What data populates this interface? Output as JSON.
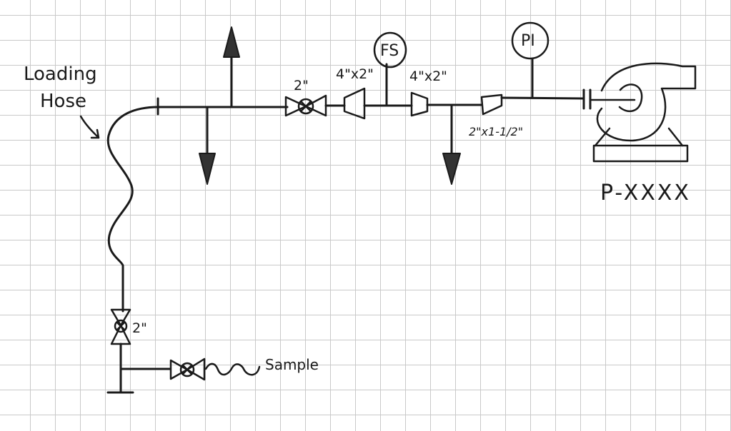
{
  "diagram": {
    "type": "hand-drawn piping sketch on grid paper",
    "colors": {
      "ink": "#1a1a1a",
      "grid": "#c9c9c9",
      "paper": "#ffffff"
    },
    "labels": {
      "loading_hose_line1": "Loading",
      "loading_hose_line2": "Hose",
      "valve_main_size": "2\"",
      "reducer1_size": "4\"x2\"",
      "flow_instrument": "FS",
      "reducer2_size": "4\"x2\"",
      "reducer3_size": "2\"x1-1/2\"",
      "pressure_instrument": "PI",
      "pump_tag": "P-XXXX",
      "valve_bottom_size": "2\"",
      "sample_label": "Sample"
    },
    "components": [
      {
        "id": "loading-hose",
        "kind": "flexible hose"
      },
      {
        "id": "arrow-up-1",
        "kind": "flow arrow",
        "direction": "up"
      },
      {
        "id": "arrow-down-1",
        "kind": "flow arrow",
        "direction": "down"
      },
      {
        "id": "valve-main",
        "kind": "ball valve",
        "size": "2\""
      },
      {
        "id": "reducer-1",
        "kind": "reducer",
        "size": "4\"x2\""
      },
      {
        "id": "instrument-fs",
        "kind": "instrument bubble",
        "tag": "FS"
      },
      {
        "id": "reducer-2",
        "kind": "reducer",
        "size": "4\"x2\""
      },
      {
        "id": "arrow-down-2",
        "kind": "flow arrow",
        "direction": "down"
      },
      {
        "id": "reducer-3",
        "kind": "reducer",
        "size": "2\"x1-1/2\""
      },
      {
        "id": "instrument-pi",
        "kind": "instrument bubble",
        "tag": "PI"
      },
      {
        "id": "flange",
        "kind": "flange connection"
      },
      {
        "id": "pump",
        "kind": "centrifugal pump",
        "tag": "P-XXXX"
      },
      {
        "id": "valve-bottom",
        "kind": "ball valve",
        "size": "2\""
      },
      {
        "id": "valve-sample",
        "kind": "ball valve"
      },
      {
        "id": "sample-hose",
        "kind": "sample line"
      }
    ]
  }
}
